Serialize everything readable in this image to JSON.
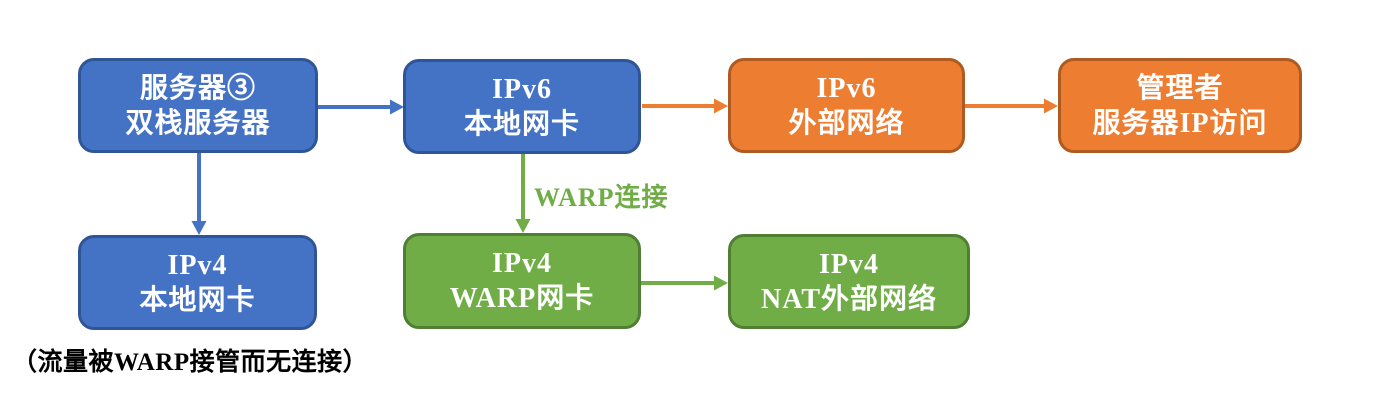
{
  "diagram": {
    "background": "#FFFFFF",
    "colors": {
      "blue_fill": "#4472C4",
      "blue_border": "#2F5597",
      "orange_fill": "#ED7D31",
      "orange_border": "#AE5A21",
      "green_fill": "#70AD47",
      "green_border": "#507E32",
      "node_text": "#FFFFFF",
      "edge_label_text": "#70AD47",
      "caption_text": "#000000"
    },
    "nodes": [
      {
        "id": "dual-stack-server",
        "line1": "服务器③",
        "line2": "双栈服务器",
        "color": "blue"
      },
      {
        "id": "ipv6-local-nic",
        "line1": "IPv6",
        "line2": "本地网卡",
        "color": "blue"
      },
      {
        "id": "ipv6-external-network",
        "line1": "IPv6",
        "line2": "外部网络",
        "color": "orange"
      },
      {
        "id": "admin-server-ip-access",
        "line1": "管理者",
        "line2": "服务器IP访问",
        "color": "orange"
      },
      {
        "id": "ipv4-local-nic",
        "line1": "IPv4",
        "line2": "本地网卡",
        "color": "blue"
      },
      {
        "id": "ipv4-warp-nic",
        "line1": "IPv4",
        "line2": "WARP网卡",
        "color": "green"
      },
      {
        "id": "ipv4-nat-external-network",
        "line1": "IPv4",
        "line2": "NAT外部网络",
        "color": "green"
      }
    ],
    "edge_label": "WARP连接",
    "caption": "（流量被WARP接管而无连接）"
  }
}
